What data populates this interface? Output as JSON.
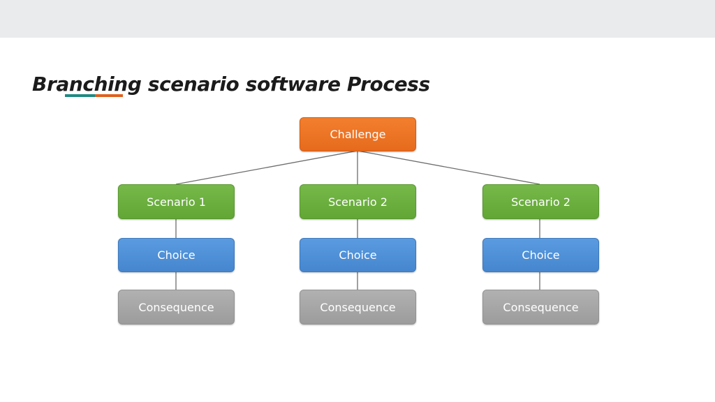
{
  "slide": {
    "title": "Branching scenario software Process"
  },
  "diagram": {
    "root": {
      "label": "Challenge"
    },
    "branches": [
      {
        "scenario": "Scenario 1",
        "choice": "Choice",
        "consequence": "Consequence"
      },
      {
        "scenario": "Scenario 2",
        "choice": "Choice",
        "consequence": "Consequence"
      },
      {
        "scenario": "Scenario 2",
        "choice": "Choice",
        "consequence": "Consequence"
      }
    ]
  },
  "colors": {
    "challenge": "#ec7424",
    "scenario": "#6bb03f",
    "choice": "#4f90d8",
    "consequence": "#a7a7a7",
    "title_underline": [
      "#1e8a82",
      "#e0601e"
    ]
  }
}
